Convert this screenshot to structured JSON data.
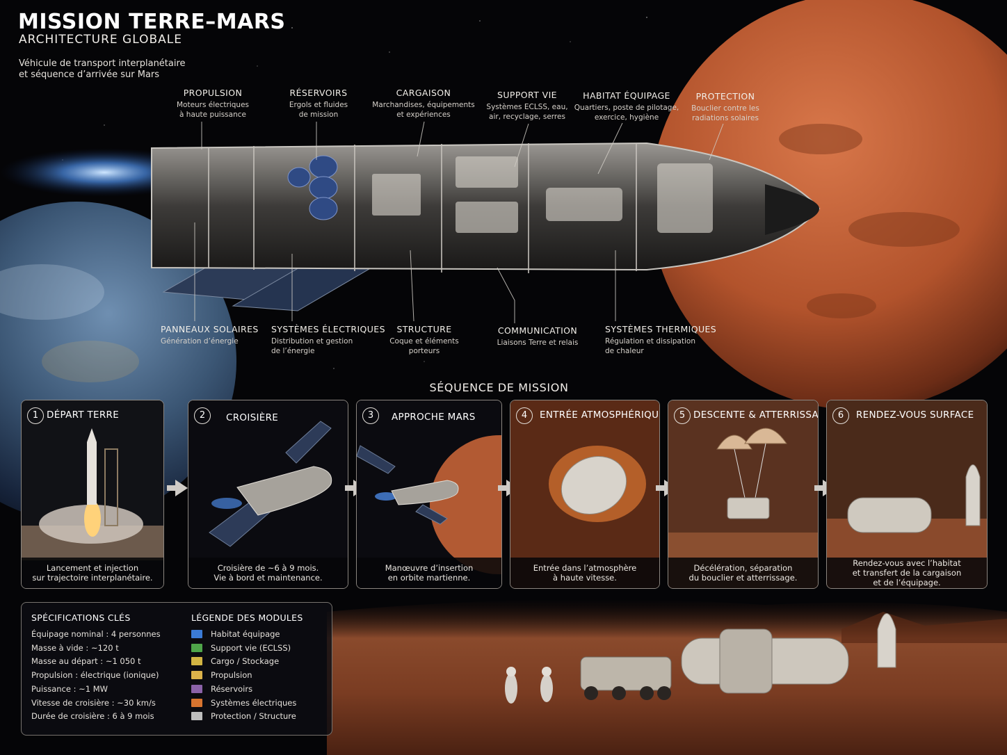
{
  "header": {
    "title": "MISSION TERRE–MARS",
    "subtitle": "ARCHITECTURE GLOBALE",
    "description": "Véhicule de transport interplanétaire\net séquence d’arrivée sur Mars"
  },
  "callouts_top": [
    {
      "title": "PROPULSION",
      "desc": "Moteurs électriques\nà haute puissance"
    },
    {
      "title": "RÉSERVOIRS",
      "desc": "Ergols et fluides\nde mission"
    },
    {
      "title": "CARGAISON",
      "desc": "Marchandises, équipements\net expériences"
    },
    {
      "title": "SUPPORT VIE",
      "desc": "Systèmes ECLSS, eau,\nair, recyclage, serres"
    },
    {
      "title": "HABITAT ÉQUIPAGE",
      "desc": "Quartiers, poste de pilotage,\nexercice, hygiène"
    },
    {
      "title": "PROTECTION",
      "desc": "Bouclier contre les\nradiations solaires"
    }
  ],
  "callouts_bottom": [
    {
      "title": "PANNEAUX SOLAIRES",
      "desc": "Génération d’énergie"
    },
    {
      "title": "SYSTÈMES ÉLECTRIQUES",
      "desc": "Distribution et gestion\nde l’énergie"
    },
    {
      "title": "STRUCTURE",
      "desc": "Coque et éléments\nporteurs"
    },
    {
      "title": "COMMUNICATION",
      "desc": "Liaisons Terre et relais"
    },
    {
      "title": "SYSTÈMES THERMIQUES",
      "desc": "Régulation et dissipation\nde chaleur"
    }
  ],
  "sequence": {
    "title": "SÉQUENCE DE MISSION",
    "steps": [
      {
        "num": "1",
        "label": "DÉPART TERRE",
        "caption": "Lancement et injection\nsur trajectoire interplanétaire."
      },
      {
        "num": "2",
        "label": "CROISIÈRE",
        "caption": "Croisière de ~6 à 9 mois.\nVie à bord et maintenance."
      },
      {
        "num": "3",
        "label": "APPROCHE MARS",
        "caption": "Manœuvre d’insertion\nen orbite martienne."
      },
      {
        "num": "4",
        "label": "ENTRÉE ATMOSPHÉRIQUE",
        "caption": "Entrée dans l’atmosphère\nà haute vitesse."
      },
      {
        "num": "5",
        "label": "DESCENTE & ATTERRISSAGE",
        "caption": "Décélération, séparation\ndu bouclier et atterrissage."
      },
      {
        "num": "6",
        "label": "RENDEZ-VOUS SURFACE",
        "caption": "Rendez-vous avec l’habitat\net transfert de la cargaison\net de l’équipage."
      }
    ]
  },
  "specs": {
    "title": "SPÉCIFICATIONS CLÉS",
    "items": [
      "Équipage nominal : 4 personnes",
      "Masse à vide : ~120 t",
      "Masse au départ : ~1 050 t",
      "Propulsion : électrique (ionique)",
      "Puissance : ~1 MW",
      "Vitesse de croisière : ~30 km/s",
      "Durée de croisière : 6 à 9 mois"
    ]
  },
  "legend": {
    "title": "LÉGENDE DES MODULES",
    "items": [
      {
        "label": "Habitat équipage",
        "color": "#3b7bd6"
      },
      {
        "label": "Support vie (ECLSS)",
        "color": "#4fa54a"
      },
      {
        "label": "Cargo / Stockage",
        "color": "#d2b443"
      },
      {
        "label": "Propulsion",
        "color": "#dcb24a"
      },
      {
        "label": "Réservoirs",
        "color": "#8b62a8"
      },
      {
        "label": "Systèmes électriques",
        "color": "#d7742f"
      },
      {
        "label": "Protection / Structure",
        "color": "#bdbdbd"
      }
    ]
  }
}
